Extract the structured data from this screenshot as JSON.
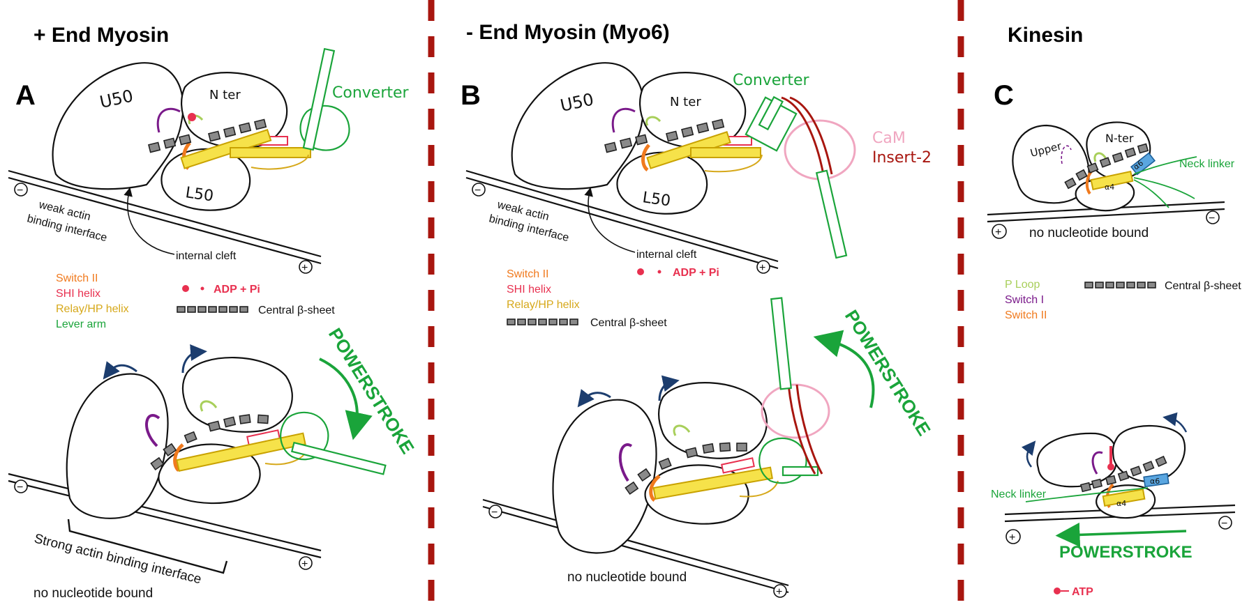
{
  "panels": {
    "a": {
      "title": "+ End Myosin",
      "letter": "A",
      "u50": "U50",
      "nter": "N ter",
      "l50": "L50",
      "converter": "Converter",
      "weak_binding": [
        "weak actin",
        "binding interface"
      ],
      "internal_cleft": "internal cleft",
      "strong_binding": "Strong actin binding interface",
      "no_nucleotide": "no nucleotide bound",
      "powerstroke": "POWERSTROKE",
      "legend": {
        "switch2": "Switch II",
        "shi": "SHI helix",
        "relay": "Relay/HP helix",
        "lever": "Lever arm",
        "adp": "ADP + Pi",
        "beta": "Central β-sheet"
      }
    },
    "b": {
      "title": "- End Myosin (Myo6)",
      "letter": "B",
      "u50": "U50",
      "nter": "N ter",
      "l50": "L50",
      "converter": "Converter",
      "cam": "CaM",
      "insert2": "Insert-2",
      "weak_binding": [
        "weak actin",
        "binding interface"
      ],
      "internal_cleft": "internal cleft",
      "no_nucleotide": "no nucleotide bound",
      "powerstroke": "POWERSTROKE",
      "legend": {
        "switch2": "Switch II",
        "shi": "SHI helix",
        "relay": "Relay/HP helix",
        "adp": "ADP + Pi",
        "beta": "Central β-sheet"
      }
    },
    "c": {
      "title": "Kinesin",
      "letter": "C",
      "upper": "Upper",
      "nter": "N-ter",
      "alpha4": "α4",
      "alpha6": "α6",
      "neck_linker": "Neck linker",
      "no_nucleotide": "no nucleotide bound",
      "powerstroke": "POWERSTROKE",
      "atp": "ATP",
      "legend": {
        "ploop": "P Loop",
        "switch1": "Switch I",
        "switch2": "Switch II",
        "beta": "Central β-sheet"
      }
    }
  },
  "signs": {
    "plus": "+",
    "minus": "−"
  },
  "colors": {
    "switch2": "#f07a1e",
    "shi": "#e8304f",
    "relay": "#d6a81a",
    "lever": "#1aa43a",
    "ploop": "#a8cf5a",
    "switch1": "#7a1a8a",
    "insert2": "#a8160f",
    "cam": "#f0a6c0",
    "alpha6": "#3a8fd0",
    "divider": "#a8160f",
    "arrow": "#1c3d6e"
  }
}
